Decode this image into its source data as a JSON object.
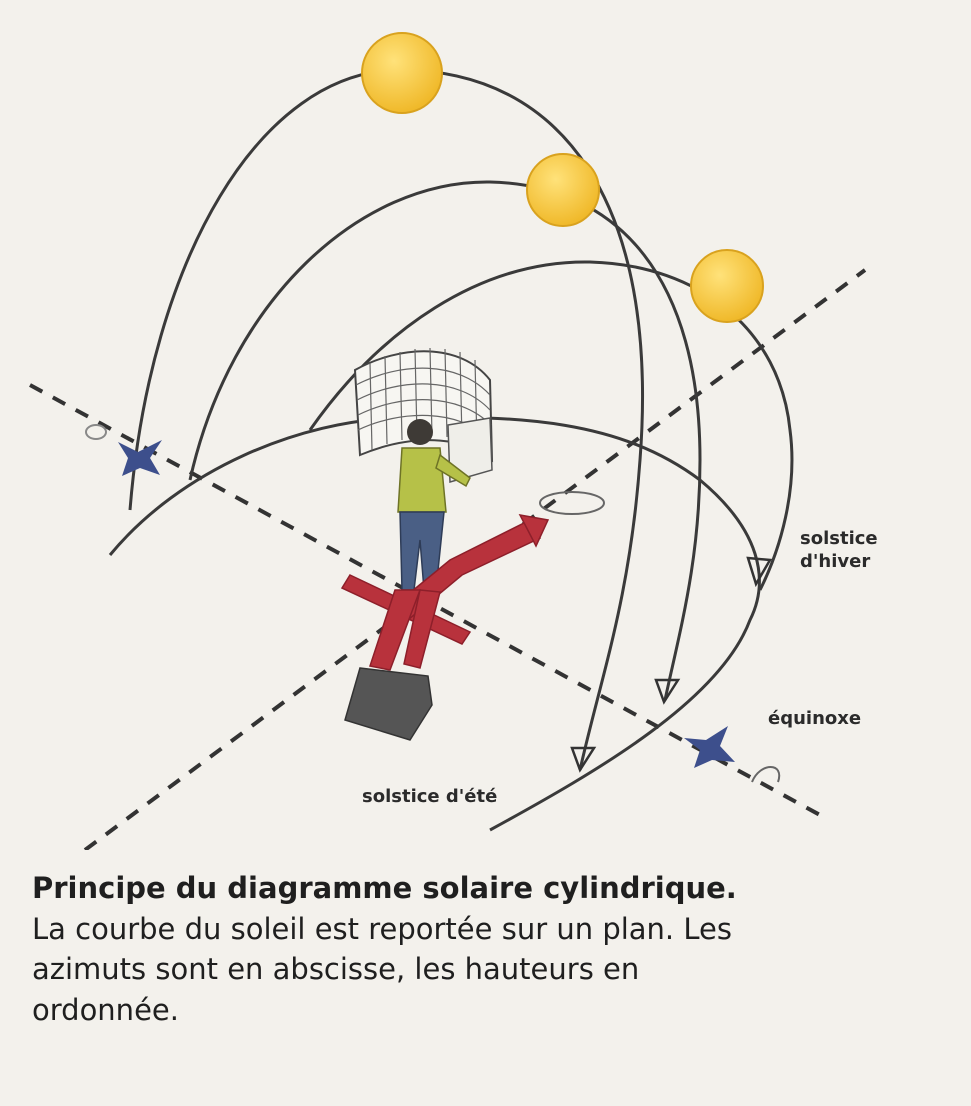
{
  "labels": {
    "winter_solstice": "solstice\nd'hiver",
    "equinox": "équinoxe",
    "summer_solstice": "solstice d'été"
  },
  "caption": {
    "title": "Principe du diagramme solaire cylindrique.",
    "body": "La courbe du soleil est reportée sur un plan. Les azimuts sont en abscisse, les hauteurs en ordonnée."
  },
  "colors": {
    "sun": "#f6c63c",
    "arrow": "#b8323c",
    "star": "#3d4f8c",
    "line": "#3a3a3a",
    "grid": "#555555"
  }
}
